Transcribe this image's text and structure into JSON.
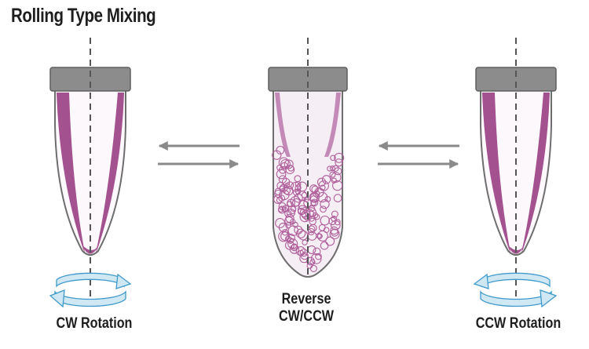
{
  "title": "Rolling Type Mixing",
  "labels": {
    "left": "CW Rotation",
    "middle_line1": "Reverse",
    "middle_line2": "CW/CCW",
    "right": "CCW Rotation"
  },
  "colors": {
    "cap": "#8c8c8c",
    "tube_outline": "#6e6e6e",
    "liquid": "#a4528f",
    "tube_tint": "#f6eef5",
    "bubble": "#b0609c",
    "arrow": "#8a8a8a",
    "rotation_arrow": "#cfe8f4",
    "rotation_outline": "#3f9acb",
    "axis": "#555555"
  },
  "icons": {
    "left_rotation": "clockwise-rotation-icon",
    "right_rotation": "counterclockwise-rotation-icon",
    "arrows": "bidirectional-arrow-icon"
  }
}
